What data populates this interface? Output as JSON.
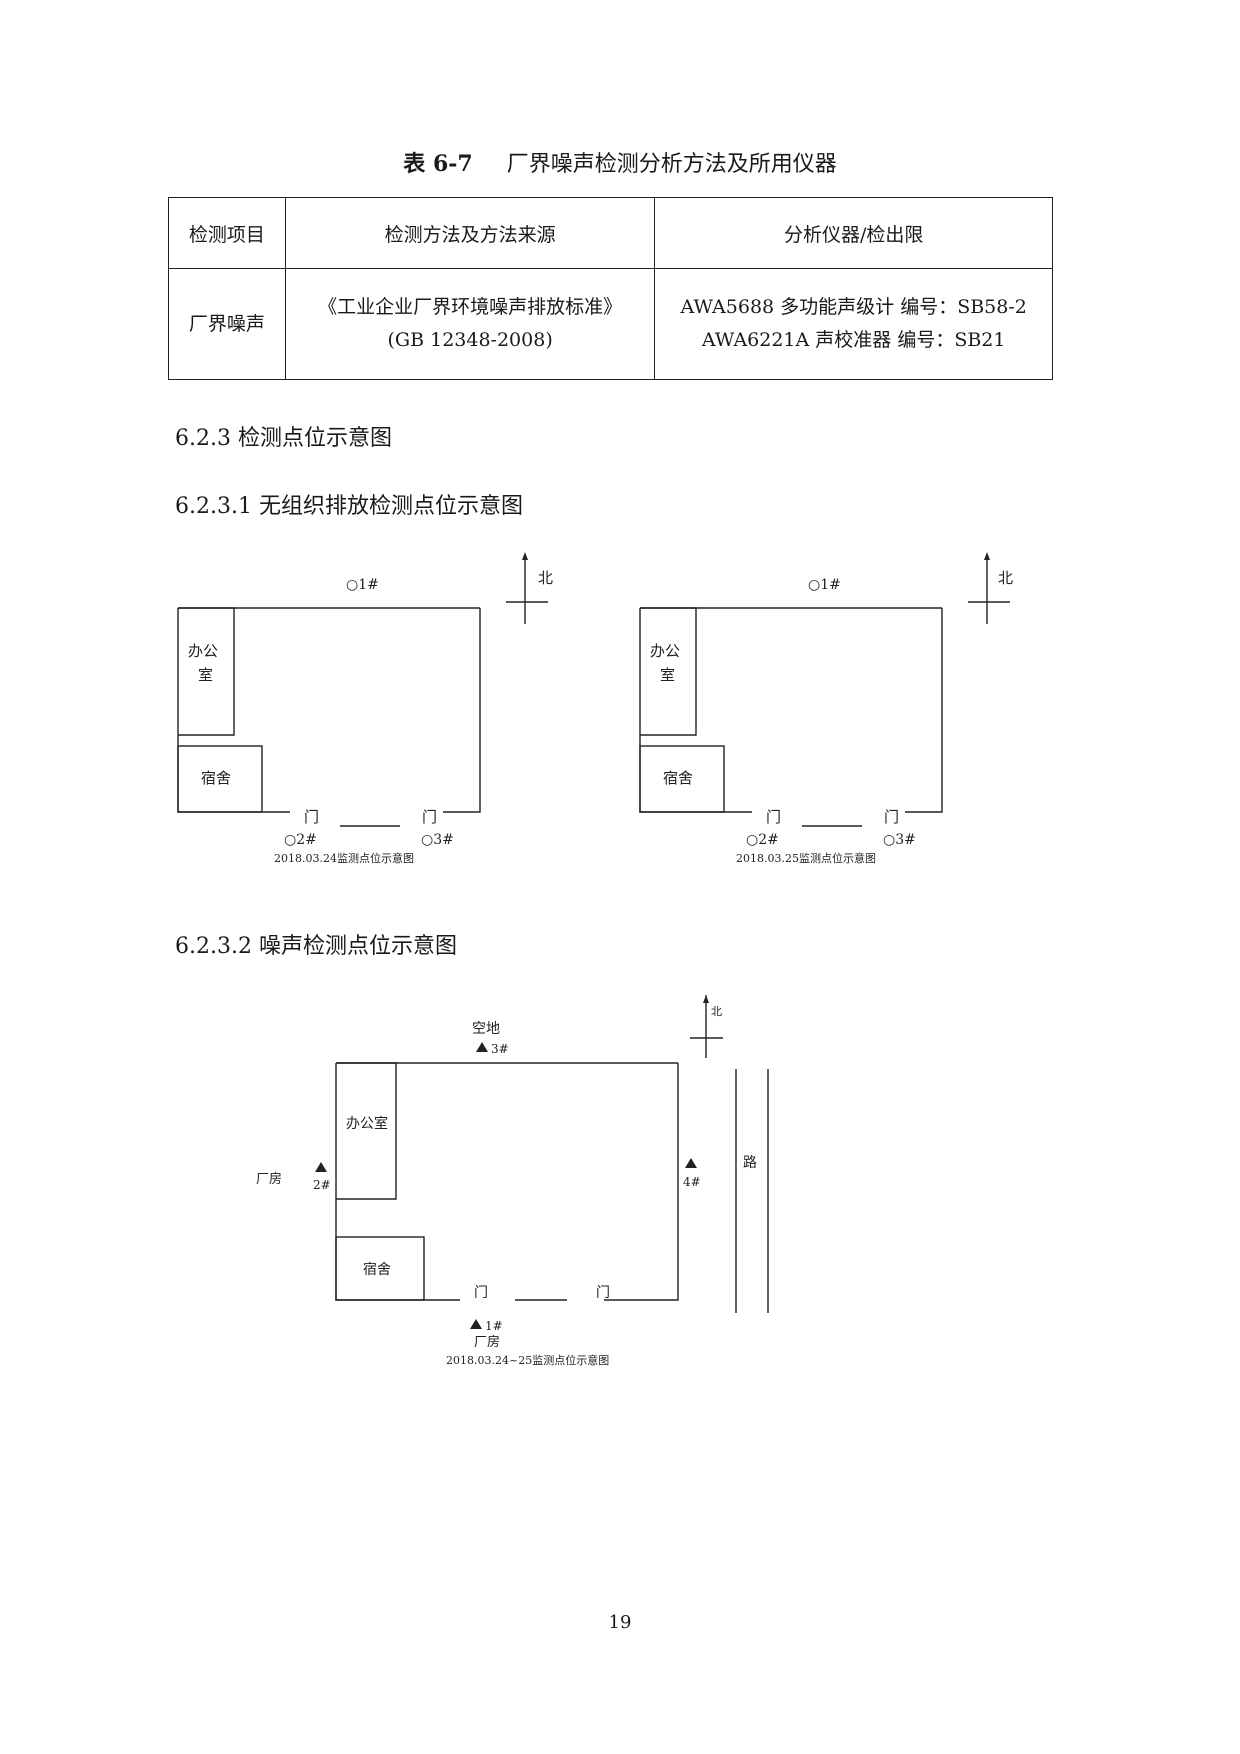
{
  "table": {
    "caption_number": "表 6-7",
    "caption_title": "厂界噪声检测分析方法及所用仪器",
    "headers": [
      "检测项目",
      "检测方法及方法来源",
      "分析仪器/检出限"
    ],
    "rows": [
      {
        "item": "厂界噪声",
        "method_line1": "《工业企业厂界环境噪声排放标准》",
        "method_line2": "(GB 12348-2008)",
        "instrument_line1": "AWA5688 多功能声级计  编号：SB58-2",
        "instrument_line2": "AWA6221A 声校准器  编号：SB21"
      }
    ]
  },
  "sections": {
    "s623": "6.2.3  检测点位示意图",
    "s6231": "6.2.3.1 无组织排放检测点位示意图",
    "s6232": "6.2.3.2 噪声检测点位示意图"
  },
  "diagram_a": {
    "north": "北",
    "point1": "○1#",
    "point2": "○2#",
    "point3": "○3#",
    "office_line1": "办公",
    "office_line2": "室",
    "dorm": "宿舍",
    "gate1": "门",
    "gate2": "门",
    "caption": "2018.03.24监测点位示意图"
  },
  "diagram_b": {
    "north": "北",
    "point1": "○1#",
    "point2": "○2#",
    "point3": "○3#",
    "office_line1": "办公",
    "office_line2": "室",
    "dorm": "宿舍",
    "gate1": "门",
    "gate2": "门",
    "caption": "2018.03.25监测点位示意图"
  },
  "diagram_noise": {
    "north": "北",
    "open_ground": "空地",
    "point1": "1#",
    "point2": "2#",
    "point3": "3#",
    "point4": "4#",
    "office": "办公室",
    "dorm": "宿舍",
    "gate1": "门",
    "gate2": "门",
    "road": "路",
    "factory_west": "厂房",
    "factory_south": "厂房",
    "caption": "2018.03.24~25监测点位示意图"
  },
  "page_number": "19"
}
